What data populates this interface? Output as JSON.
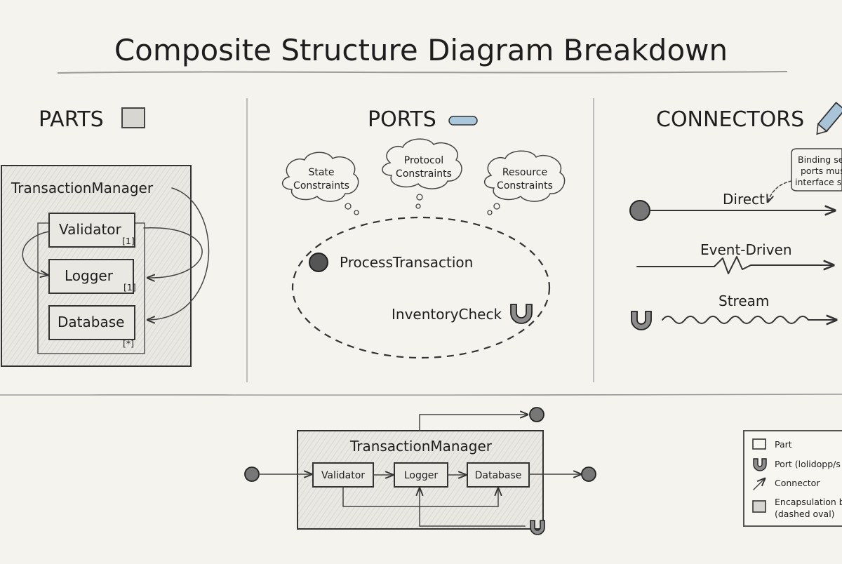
{
  "title": "Composite Structure Diagram Breakdown",
  "sections": {
    "parts": {
      "header": "PARTS",
      "container": "TransactionManager",
      "items": [
        {
          "name": "Validator",
          "multiplicity": "[1]"
        },
        {
          "name": "Logger",
          "multiplicity": "[1]"
        },
        {
          "name": "Database",
          "multiplicity": "[*]"
        }
      ]
    },
    "ports": {
      "header": "PORTS",
      "clouds": [
        {
          "line1": "State",
          "line2": "Constraints"
        },
        {
          "line1": "Protocol",
          "line2": "Constraints"
        },
        {
          "line1": "Resource",
          "line2": "Constraints"
        }
      ],
      "provided_port": "ProcessTransaction",
      "required_port": "InventoryCheck"
    },
    "connectors": {
      "header": "CONNECTORS",
      "note": {
        "line1": "Binding se",
        "line2": "ports mus",
        "line3": "interface s"
      },
      "types": [
        "Direct",
        "Event-Driven",
        "Stream"
      ]
    }
  },
  "bottom": {
    "container": "TransactionManager",
    "parts": [
      "Validator",
      "Logger",
      "Database"
    ]
  },
  "legend": {
    "items": [
      {
        "label": "Part"
      },
      {
        "label": "Port (lolidopp/s"
      },
      {
        "label": "Connector"
      },
      {
        "label": "Encapsulation b",
        "label2": "(dashed oval)"
      }
    ]
  },
  "colors": {
    "background": "#f4f3ee",
    "ink": "#222222",
    "port_blue": "#aac8dc",
    "part_fill": "#e4e3de"
  }
}
